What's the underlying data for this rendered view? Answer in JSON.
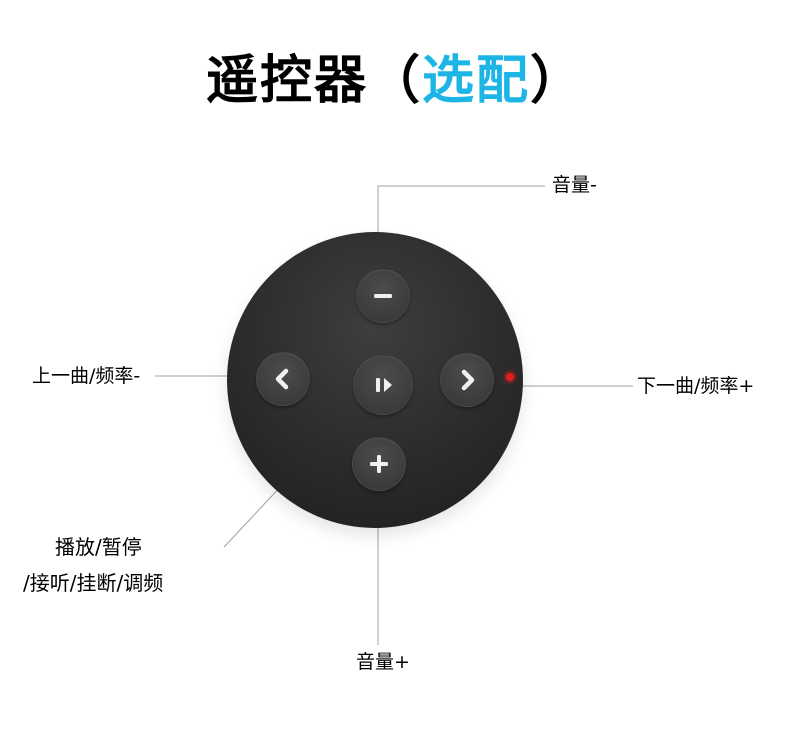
{
  "title": {
    "prefix": "遥控器",
    "open": "（",
    "highlight": "选配",
    "close": "）"
  },
  "callouts": {
    "volume_down": {
      "label": "音量-"
    },
    "previous": {
      "label": "上一曲/频率-"
    },
    "next": {
      "label": "下一曲/频率+"
    },
    "play_pause": {
      "label_line1": "播放/暂停",
      "label_line2": "/接听/挂断/调频"
    },
    "volume_up": {
      "label": "音量+"
    }
  },
  "remote": {
    "buttons": [
      {
        "id": "volume-down-button",
        "icon": "minus-icon"
      },
      {
        "id": "previous-button",
        "icon": "chevron-left-icon"
      },
      {
        "id": "play-pause-button",
        "icon": "play-pause-icon"
      },
      {
        "id": "next-button",
        "icon": "chevron-right-icon"
      },
      {
        "id": "volume-up-button",
        "icon": "plus-icon"
      }
    ],
    "indicator": "red-led"
  },
  "colors": {
    "accent": "#1cb5e6",
    "text": "#000000",
    "line": "#a0a0a0",
    "remote_body": "#2b2b2b",
    "button_face": "#424242",
    "icon": "#f0f0f0",
    "led": "#e01e1e",
    "background": "#ffffff"
  }
}
